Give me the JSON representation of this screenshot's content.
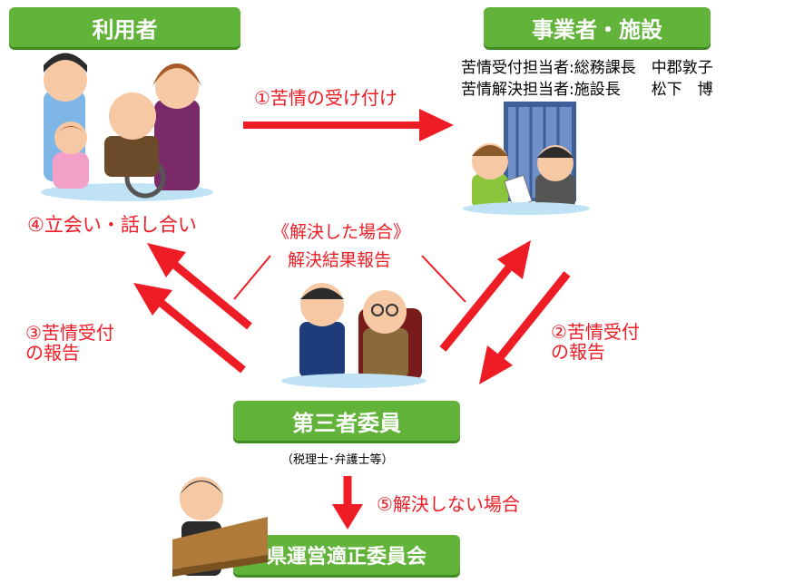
{
  "boxes": {
    "users": "利用者",
    "business": "事業者・施設",
    "third_party": "第三者委員",
    "prefecture": "県運営適正委員会"
  },
  "staff": {
    "complaint_receiver": "苦情受付担当者:総務課長　中郡敦子",
    "complaint_resolver": "苦情解決担当者:施設長　　松下　博"
  },
  "labels": {
    "step1": "①苦情の受け付け",
    "step2": "②苦情受付\nの報告",
    "step3": "③苦情受付\nの報告",
    "step4": "④立会い・話し合い",
    "step5": "⑤解決しない場合",
    "resolved_case": "《解決した場合》",
    "resolved_report": "解決結果報告",
    "third_party_note": "（税理士･弁護士等）"
  },
  "colors": {
    "box_green": "#62b33a",
    "arrow_red": "#ee1c25"
  }
}
